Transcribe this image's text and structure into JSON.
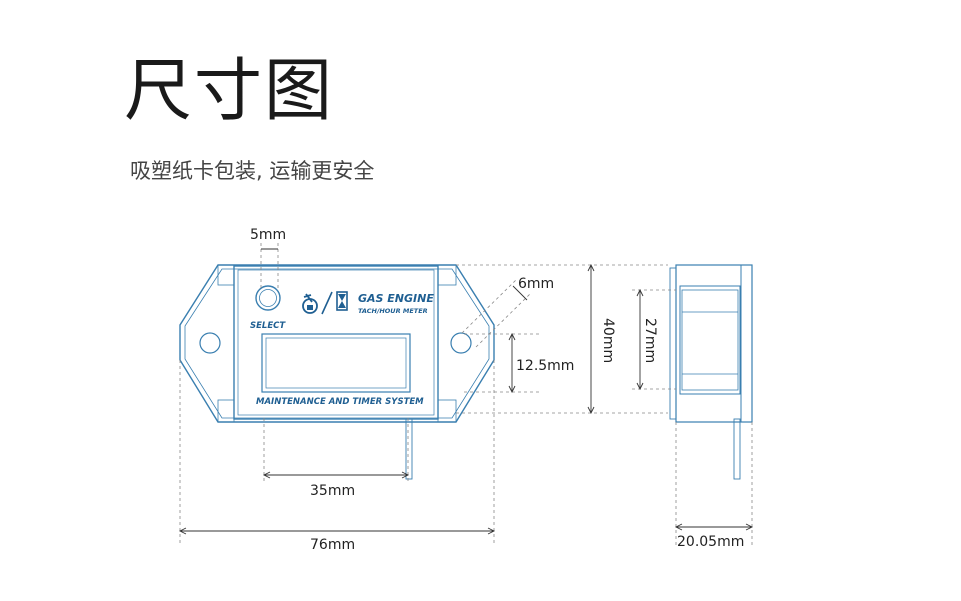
{
  "header": {
    "title": "尺寸图",
    "subtitle": "吸塑纸卡包装, 运输更安全"
  },
  "device": {
    "select_label": "SELECT",
    "brand_line1": "GAS ENGINE",
    "brand_line2": "TACH/HOUR METER",
    "bottom_label": "MAINTENANCE AND TIMER SYSTEM"
  },
  "dimensions": {
    "button_width": "5mm",
    "hole_diameter": "6mm",
    "hole_spacing": "12.5mm",
    "height_total": "40mm",
    "side_height": "27mm",
    "wire_spacing": "35mm",
    "width_total": "76mm",
    "depth": "20.05mm"
  },
  "colors": {
    "outline": "#3a7fb0",
    "text_blue": "#1f5f92"
  }
}
